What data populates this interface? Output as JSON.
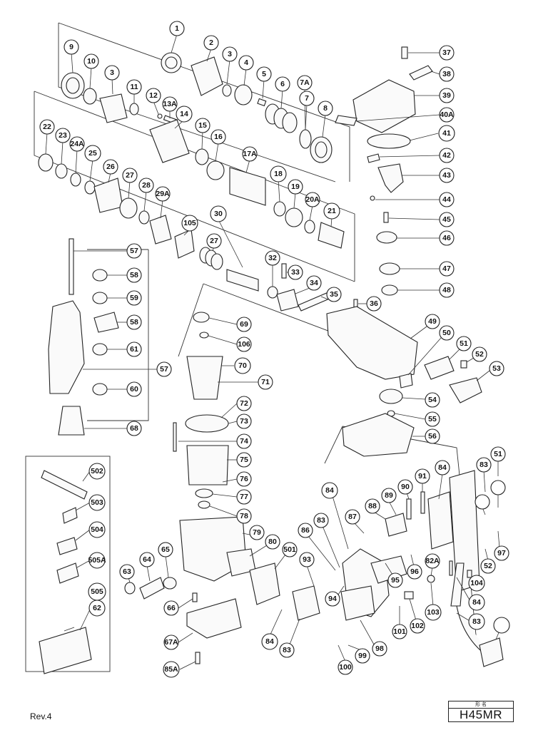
{
  "diagram": {
    "revision": "Rev.4",
    "model_caption": "形 名",
    "model": "H45MR",
    "parts": [
      "1",
      "2",
      "3",
      "4",
      "5",
      "6",
      "7A",
      "7",
      "8",
      "9",
      "10",
      "3",
      "11",
      "12",
      "13A",
      "14",
      "15",
      "16",
      "17A",
      "18",
      "19",
      "20A",
      "21",
      "22",
      "23",
      "24A",
      "25",
      "26",
      "27",
      "28",
      "29A",
      "105",
      "30",
      "27",
      "32",
      "33",
      "34",
      "35",
      "36",
      "37",
      "38",
      "39",
      "40A",
      "41",
      "42",
      "43",
      "44",
      "45",
      "46",
      "47",
      "48",
      "49",
      "50",
      "51",
      "52",
      "53",
      "54",
      "55",
      "56",
      "57",
      "58",
      "59",
      "58",
      "61",
      "57",
      "60",
      "68",
      "69",
      "106",
      "70",
      "71",
      "72",
      "73",
      "74",
      "75",
      "76",
      "77",
      "78",
      "79",
      "80",
      "501",
      "502",
      "503",
      "504",
      "505A",
      "505",
      "62",
      "63",
      "64",
      "65",
      "66",
      "67A",
      "85A",
      "84",
      "83",
      "86",
      "87",
      "88",
      "89",
      "90",
      "91",
      "84",
      "83",
      "51",
      "93",
      "94",
      "95",
      "96",
      "82A",
      "52",
      "97",
      "84",
      "83",
      "98",
      "99",
      "100",
      "101",
      "102",
      "103",
      "104",
      "84",
      "83"
    ]
  }
}
